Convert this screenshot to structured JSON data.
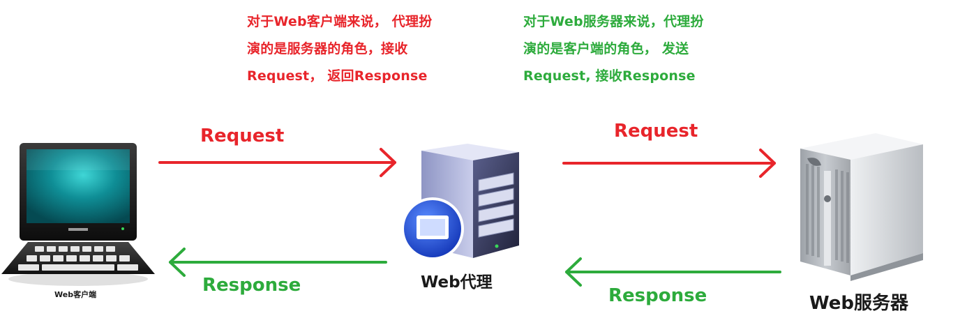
{
  "notes": {
    "client_side": {
      "lines": [
        "对于Web客户端来说， 代理扮",
        "演的是服务器的角色，接收",
        "Request， 返回Response"
      ],
      "color": "#e8252b"
    },
    "server_side": {
      "lines": [
        "对于Web服务器来说，代理扮",
        "演的是客户端的角色， 发送",
        "Request, 接收Response"
      ],
      "color": "#2dab3c"
    }
  },
  "arrows": {
    "request_label": "Request",
    "response_label": "Response",
    "request_color": "#e8252b",
    "response_color": "#2dab3c"
  },
  "nodes": {
    "client": {
      "label": "Web客户端",
      "icon": "computer-icon"
    },
    "proxy": {
      "label": "Web代理",
      "icon": "proxy-server-icon"
    },
    "server": {
      "label": "Web服务器",
      "icon": "server-tower-icon"
    }
  }
}
